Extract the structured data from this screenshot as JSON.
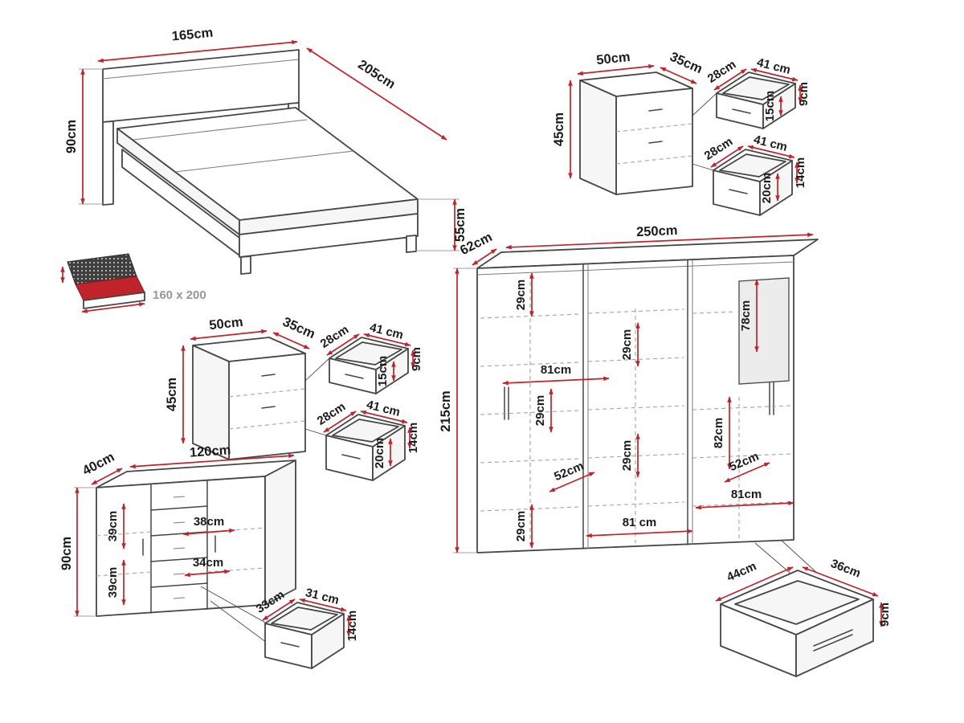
{
  "colors": {
    "background": "#ffffff",
    "accent": "#c1232b",
    "outline": "#464646",
    "dashed": "#a3a3a3",
    "text": "#1b1b1b",
    "muted_text": "#969696"
  },
  "bed": {
    "width": "165cm",
    "length": "205cm",
    "height": "90cm",
    "foot_height": "55cm",
    "mattress_size": "160 x 200"
  },
  "nightstand": {
    "width": "50cm",
    "depth": "35cm",
    "height": "45cm",
    "drawer_small": {
      "depth": "28cm",
      "width": "41 cm",
      "side_height": "9cm",
      "front_height": "15cm"
    },
    "drawer_large": {
      "depth": "28cm",
      "width": "41 cm",
      "side_height": "14cm",
      "front_height": "20cm"
    }
  },
  "dresser": {
    "width": "120cm",
    "depth": "40cm",
    "height": "90cm",
    "section_top": "39cm",
    "section_bottom": "39cm",
    "shelf_width": "38cm",
    "drawer_front": "34cm",
    "drawer": {
      "depth": "33cm",
      "width": "31 cm",
      "height": "14cm"
    }
  },
  "wardrobe": {
    "width": "250cm",
    "depth": "62cm",
    "height": "215cm",
    "left_top": "29cm",
    "left_shelf": "81cm",
    "left_mid": "29cm",
    "left_bottom": "29cm",
    "mid_top": "29cm",
    "mid_lower": "29cm",
    "mid_diag": "52cm",
    "mid_bottom": "81 cm",
    "right_top": "78cm",
    "right_mid": "82cm",
    "right_diag": "52cm",
    "right_bottom": "81cm",
    "drawer": {
      "depth": "44cm",
      "width": "36cm",
      "height": "9cm"
    }
  }
}
